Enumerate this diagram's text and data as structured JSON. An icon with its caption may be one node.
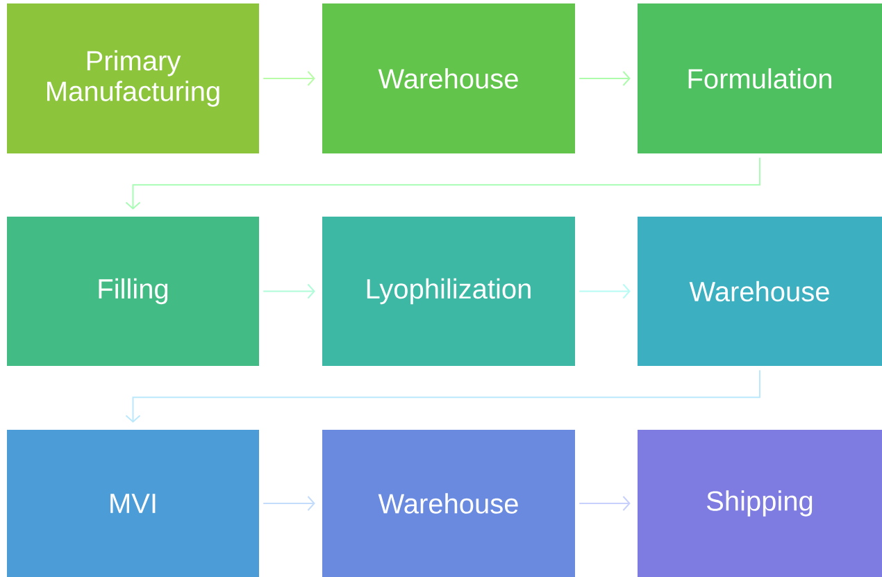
{
  "diagram": {
    "nodes": [
      {
        "text": [
          "Primary Manufacturing"
        ]
      },
      {
        "text": [
          "Warehouse"
        ]
      },
      {
        "text": [
          "Formulation"
        ]
      },
      {
        "text": [
          "Filling"
        ]
      },
      {
        "text": [
          "Lyophilization"
        ]
      },
      {
        "text": [
          "Warehouse"
        ]
      },
      {
        "text": [
          "MVI"
        ]
      },
      {
        "text": [
          "Warehouse"
        ]
      },
      {
        "text": [
          "Shipping"
        ]
      }
    ],
    "edges": [
      {
        "from": 0,
        "to": 1,
        "arrow": "to",
        "color": "#b8fca8"
      },
      {
        "from": 1,
        "to": 2,
        "arrow": "to",
        "color": "#acfcac"
      },
      {
        "from": 2,
        "to": 3,
        "arrow": "to",
        "color": "#a8fcb4"
      },
      {
        "from": 3,
        "to": 4,
        "arrow": "to",
        "color": "#aefcd8"
      },
      {
        "from": 4,
        "to": 5,
        "arrow": "to",
        "color": "#b6fcf4"
      },
      {
        "from": 5,
        "to": 6,
        "arrow": "to",
        "color": "#bae8fc"
      },
      {
        "from": 6,
        "to": 7,
        "arrow": "to",
        "color": "#c4dcfc"
      },
      {
        "from": 7,
        "to": 8,
        "arrow": "to",
        "color": "#c8d0fc"
      }
    ]
  }
}
